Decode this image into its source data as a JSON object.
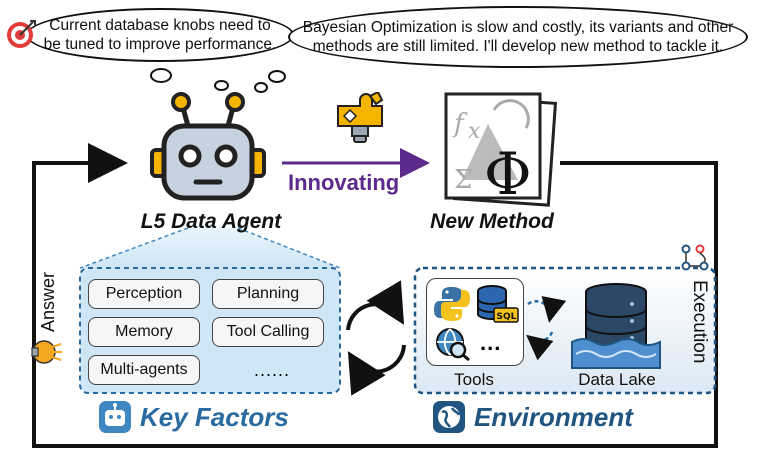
{
  "thoughts": {
    "left": "Current database knobs need to be tuned to improve performance.",
    "right": "Bayesian Optimization is slow and costly, its variants and other methods are still limited. I'll develop new method to tackle it."
  },
  "agent_label": "L5 Data Agent",
  "innovating_label": "Innovating",
  "new_method_label": "New Method",
  "key_factors": {
    "title": "Key Factors",
    "items": [
      "Perception",
      "Planning",
      "Memory",
      "Tool Calling",
      "Multi-agents",
      "......"
    ]
  },
  "environment": {
    "title": "Environment",
    "tools_label": "Tools",
    "data_lake_label": "Data Lake",
    "tools_more": "...",
    "sql_badge": "SQL"
  },
  "side_labels": {
    "answer": "Answer",
    "execution": "Execution"
  },
  "colors": {
    "accent_purple": "#5b2a8c",
    "accent_blue": "#2a6aa0",
    "panel_blue": "#cfe6f6"
  }
}
